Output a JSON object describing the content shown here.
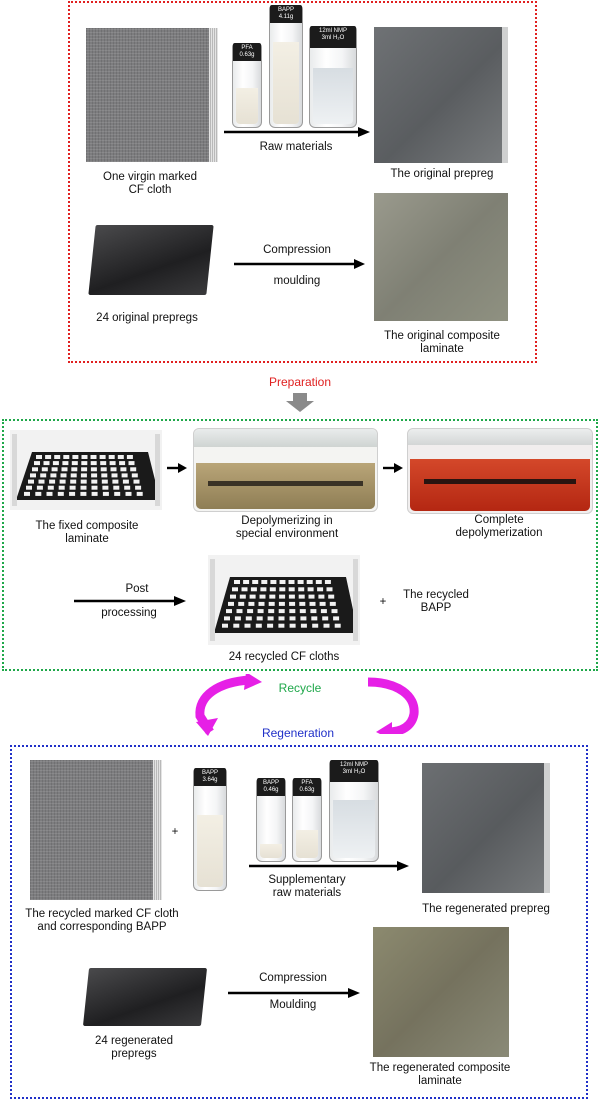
{
  "preparation": {
    "virgin_cloth_label": "One virgin marked\nCF cloth",
    "raw_materials_label": "Raw materials",
    "prepreg_label": "The original prepreg",
    "prepregs_label": "24 original prepregs",
    "compression_label_1": "Compression",
    "compression_label_2": "moulding",
    "laminate_label": "The original composite\nlaminate",
    "vials": [
      {
        "cap": "PFA\n0.63g",
        "content": "powder"
      },
      {
        "cap": "BAPP\n4.11g",
        "content": "powder"
      },
      {
        "cap": "12ml NMP\n3ml H₂O",
        "content": "liquid"
      }
    ],
    "stage_label": "Preparation",
    "border_color": "#e02020",
    "stage_color": "#e02020"
  },
  "recycle": {
    "fixed_label": "The fixed composite\nlaminate",
    "depolymerizing_label": "Depolymerizing in\nspecial environment",
    "complete_label": "Complete\ndepolymerization",
    "post_label_1": "Post",
    "post_label_2": "processing",
    "recycled_cloths_label": "24 recycled CF cloths",
    "plus": "+",
    "recycled_bapp_label": "The recycled\nBAPP",
    "stage_label": "Recycle",
    "border_color": "#1fa84a",
    "stage_color": "#1fa84a",
    "cycle_arrow_color": "#e620e6"
  },
  "regeneration": {
    "recycled_cloth_label": "The recycled marked CF cloth\nand corresponding BAPP",
    "plus": "+",
    "supplementary_label": "Supplementary\nraw materials",
    "prepreg_label": "The regenerated prepreg",
    "prepregs_label": "24 regenerated\nprepregs",
    "compression_label_1": "Compression",
    "compression_label_2": "Moulding",
    "laminate_label": "The regenerated composite\nlaminate",
    "single_vial": {
      "cap": "BAPP\n3.64g",
      "content": "powder"
    },
    "vials": [
      {
        "cap": "BAPP\n0.46g",
        "content": "powder"
      },
      {
        "cap": "PFA\n0.63g",
        "content": "powder"
      },
      {
        "cap": "12ml NMP\n3ml H₂O",
        "content": "liquid"
      }
    ],
    "stage_label": "Regeneration",
    "border_color": "#2030c8",
    "stage_color": "#2030c8"
  }
}
